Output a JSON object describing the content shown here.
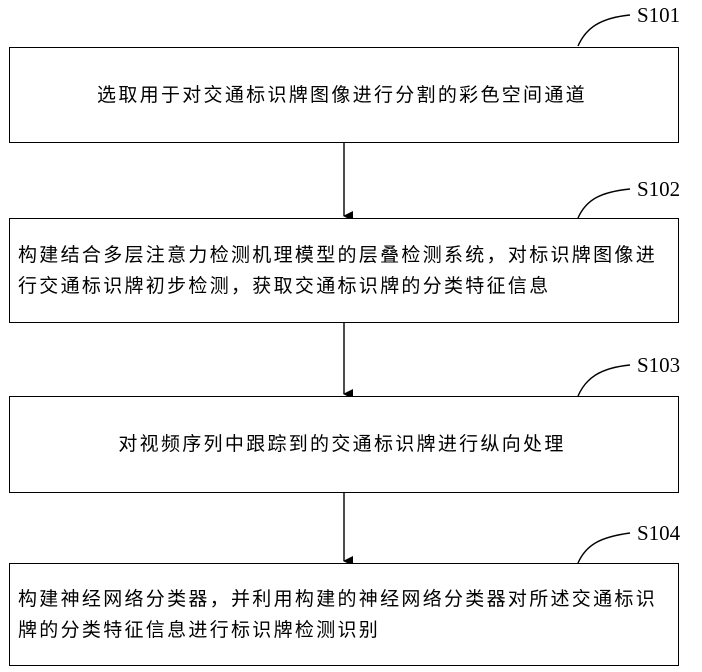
{
  "steps": [
    {
      "id": "S101",
      "text": "选取用于对交通标识牌图像进行分割的彩色空间通道"
    },
    {
      "id": "S102",
      "text": "构建结合多层注意力检测机理模型的层叠检测系统，对标识牌图像进行交通标识牌初步检测，获取交通标识牌的分类特征信息"
    },
    {
      "id": "S103",
      "text": "对视频序列中跟踪到的交通标识牌进行纵向处理"
    },
    {
      "id": "S104",
      "text": "构建神经网络分类器，并利用构建的神经网络分类器对所述交通标识牌的分类特征信息进行标识牌检测识别"
    }
  ]
}
